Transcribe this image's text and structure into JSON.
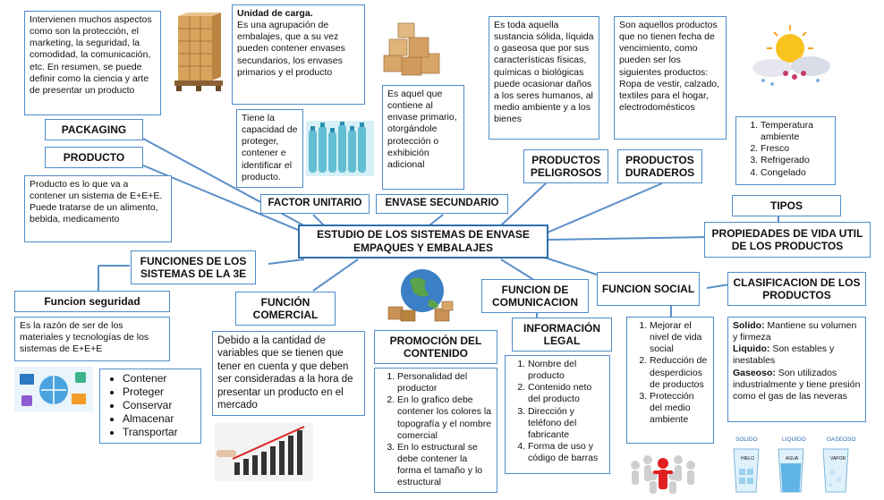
{
  "center": {
    "line1": "ESTUDIO DE LOS SISTEMAS DE ENVASE",
    "line2": "EMPAQUES Y EMBALAJES"
  },
  "packaging": {
    "title": "PACKAGING",
    "desc": "Intervienen muchos aspectos como son la protección, el marketing, la seguridad, la comodidad, la comunicación, etc. En resumen, se puede definir como la ciencia y arte de presentar un producto"
  },
  "producto": {
    "title": "PRODUCTO",
    "desc": "Producto es lo que va a contener un sistema de E+E+E. Puede tratarse de un alimento, bebida, medicamento"
  },
  "unidad_carga": {
    "title": "Unidad de carga.",
    "desc": "Es una agrupación de embalajes, que a su vez pueden contener envases secundarios, los envases primarios y el producto"
  },
  "factor_unitario": {
    "title": "FACTOR UNITARIO",
    "desc": "Tiene la capacidad de proteger, contener e identificar el producto."
  },
  "envase_secundario": {
    "title": "ENVASE SECUNDARIO",
    "desc": "Es aquel que contiene al envase primario, otorgándole protección o exhibición adicional"
  },
  "peligrosos": {
    "title": "PRODUCTOS PELIGROSOS",
    "desc": "Es toda aquella sustancia sólida, líquida o gaseosa que por sus características físicas, químicas o biológicas puede ocasionar daños a los seres humanos, al medio ambiente y a los bienes"
  },
  "duraderos": {
    "title": "PRODUCTOS DURADEROS",
    "desc": "Son aquellos productos que no tienen fecha de vencimiento, como pueden ser los siguientes productos: Ropa de vestir, calzado, textiles para el hogar, electrodomésticos"
  },
  "tipos": {
    "title": "TIPOS",
    "items": [
      "Temperatura ambiente",
      "Fresco",
      "Refrigerado",
      "Congelado"
    ]
  },
  "vida_util": {
    "title": "PROPIEDADES DE VIDA UTIL DE LOS PRODUCTOS"
  },
  "funciones_3e": {
    "title": "FUNCIONES DE LOS SISTEMAS DE LA 3E"
  },
  "seguridad": {
    "title": "Funcion seguridad",
    "desc": "Es la razón de ser de los materiales y tecnologías de los sistemas de E+E+E",
    "items": [
      "Contener",
      "Proteger",
      "Conservar",
      "Almacenar",
      "Transportar"
    ]
  },
  "comercial": {
    "title": "FUNCIÓN COMERCIAL",
    "desc": "Debido a la cantidad de variables que se tienen que tener en cuenta y que deben ser consideradas a la hora de presentar un producto en el mercado"
  },
  "promocion": {
    "title": "PROMOCIÓN DEL CONTENIDO",
    "items": [
      "Personalidad del productor",
      "En lo grafico debe contener los colores la topografía y el nombre comercial",
      "En lo estructural se debe contener la forma el tamaño y lo estructural"
    ]
  },
  "comunicacion": {
    "title": "FUNCION DE COMUNICACION"
  },
  "legal": {
    "title": "INFORMACIÓN LEGAL",
    "items": [
      "Nombre del producto",
      "Contenido neto del producto",
      "Dirección y teléfono del fabricante",
      "Forma de uso y código de barras"
    ]
  },
  "social": {
    "title": "FUNCION SOCIAL",
    "items": [
      "Mejorar el nivel de vida social",
      "Reducción de desperdicios de productos",
      "Protección del medio ambiente"
    ]
  },
  "clasificacion": {
    "title": "CLASIFICACION DE LOS PRODUCTOS",
    "solido_label": "Solido:",
    "solido": "Mantiene su volumen y firmeza",
    "liquido_label": "Liquido:",
    "liquido": "Son estables y inestables",
    "gaseoso_label": "Gaseoso:",
    "gaseoso": "Son utilizados industrialmente y tiene presión como el gas de las neveras"
  },
  "states": {
    "solido": "SOLIDO",
    "liquido": "LIQUIDO",
    "gaseoso": "GASEOSO",
    "hielo": "HIELO",
    "agua": "AGUA",
    "vapor": "VAPOR"
  },
  "colors": {
    "border": "#4f8cc9",
    "line": "#5b8fc9",
    "main_border": "#2e6ea9"
  }
}
